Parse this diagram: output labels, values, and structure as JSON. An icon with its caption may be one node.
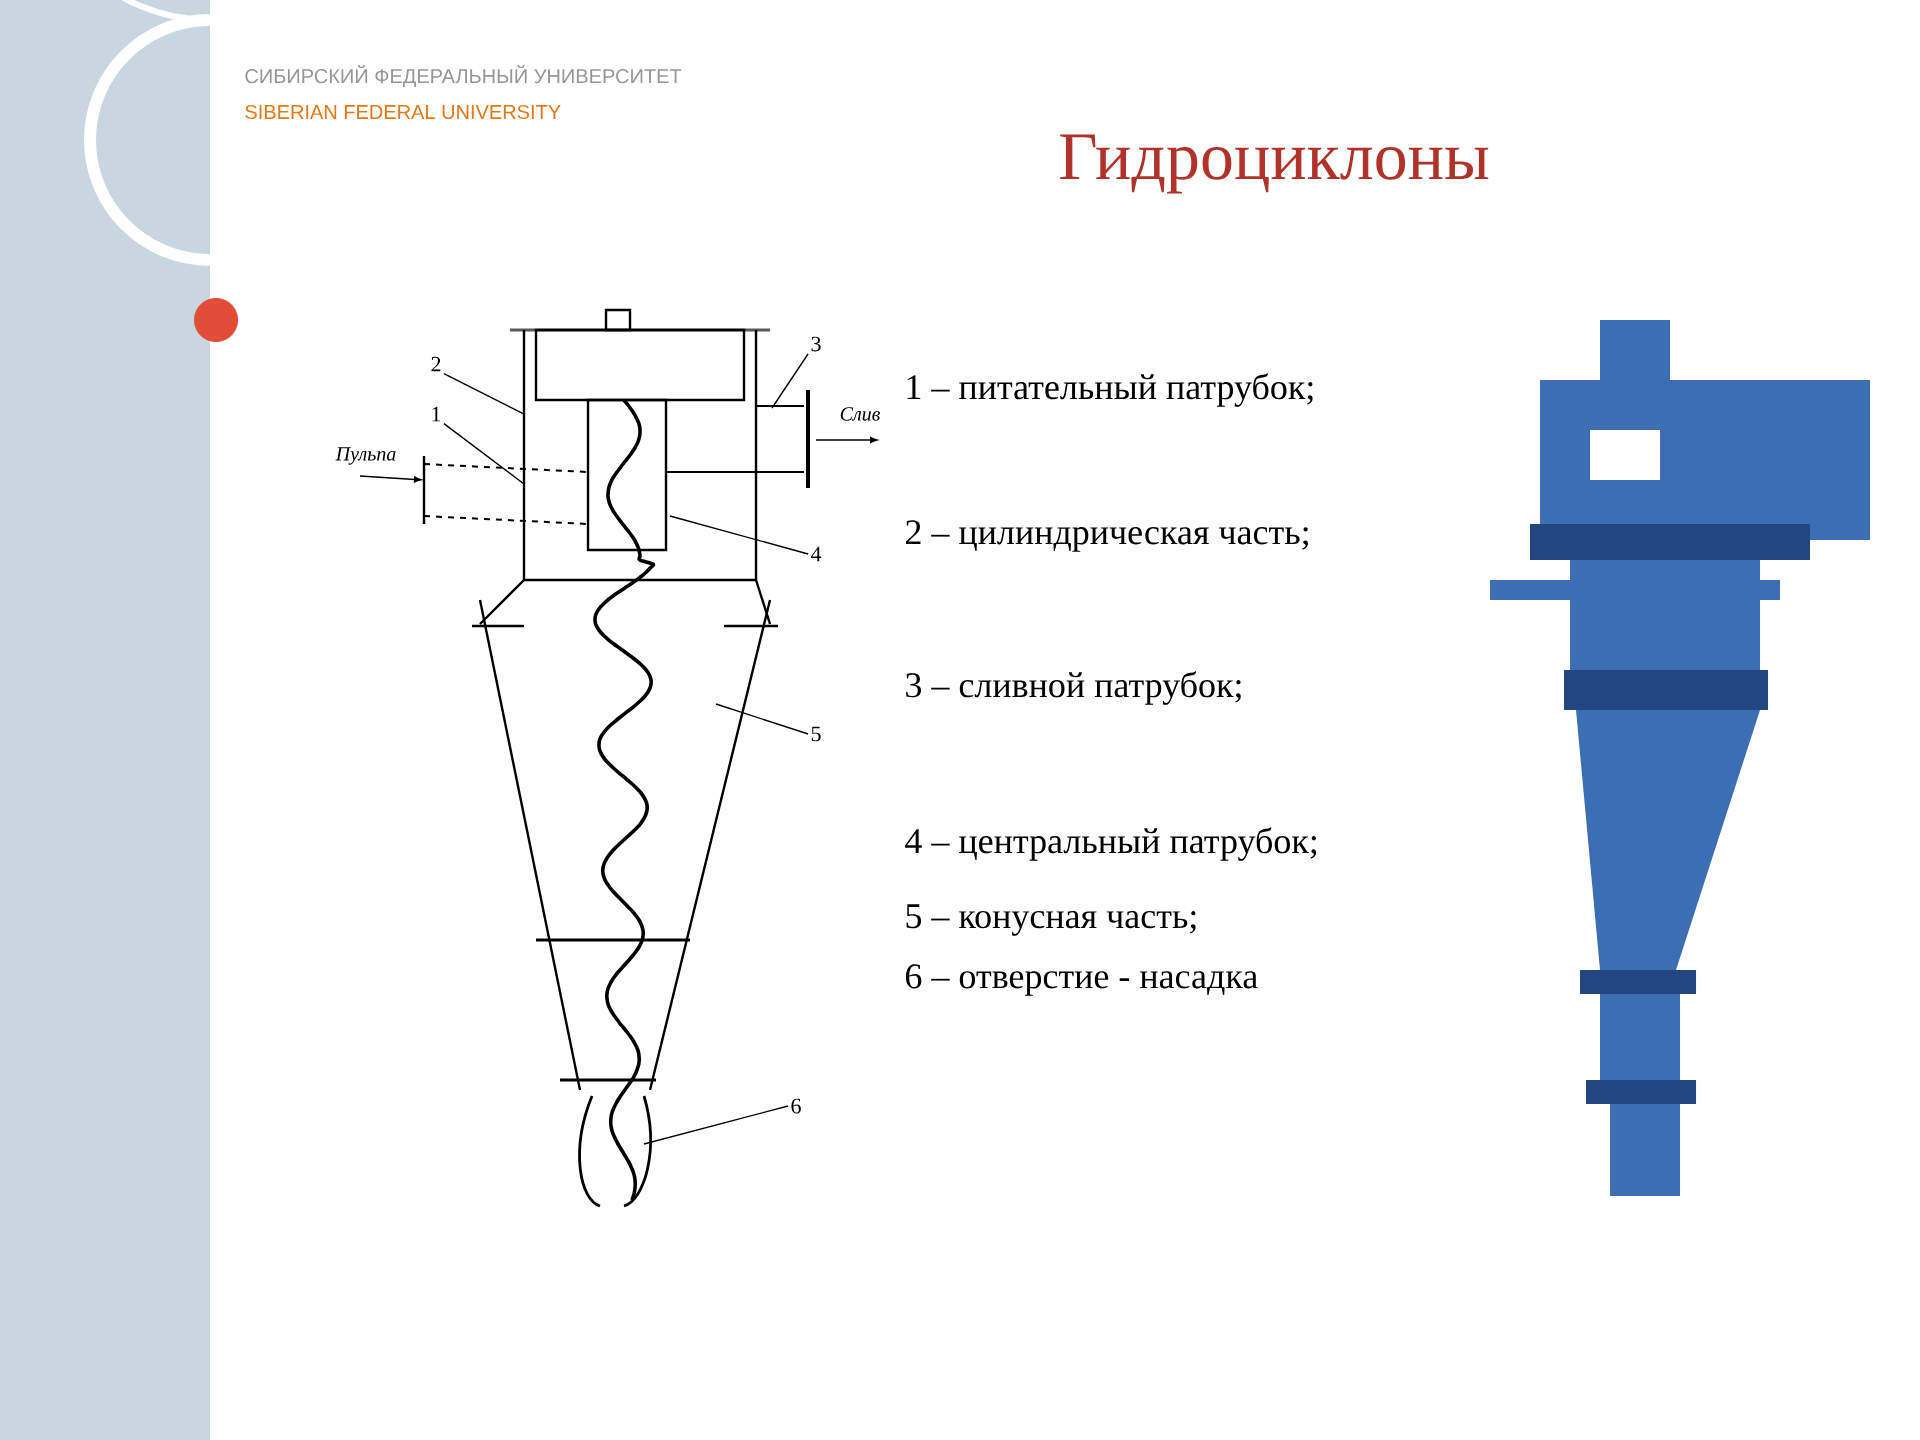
{
  "diagram": {
    "title": "Гидроциклоны",
    "nodes": [
      {
        "text": [
          "1"
        ]
      },
      {
        "text": [
          "2"
        ]
      },
      {
        "text": [
          "3"
        ]
      },
      {
        "text": [
          "4"
        ]
      },
      {
        "text": [
          "5"
        ]
      },
      {
        "text": [
          "6"
        ]
      }
    ],
    "edges": [
      {
        "from": 0,
        "to": null,
        "arrow": "none"
      },
      {
        "from": 1,
        "to": null,
        "arrow": "none"
      },
      {
        "from": 2,
        "to": null,
        "arrow": "none"
      },
      {
        "from": 3,
        "to": null,
        "arrow": "none"
      },
      {
        "from": 4,
        "to": null,
        "arrow": "none"
      },
      {
        "from": 5,
        "to": null,
        "arrow": "none"
      }
    ],
    "labels": [
      "СИБИРСКИЙ ФЕДЕРАЛЬНЫЙ УНИВЕРСИТЕТ",
      "SIBERIAN FEDERAL UNIVERSITY",
      "Пульпа",
      "Слив",
      "1 – питательный патрубок;",
      "2 – цилиндрическая часть;",
      "3 – сливной патрубок;",
      "4 – центральный патрубок;",
      "5 – конусная часть;",
      "6 – отверстие - насадка"
    ]
  }
}
